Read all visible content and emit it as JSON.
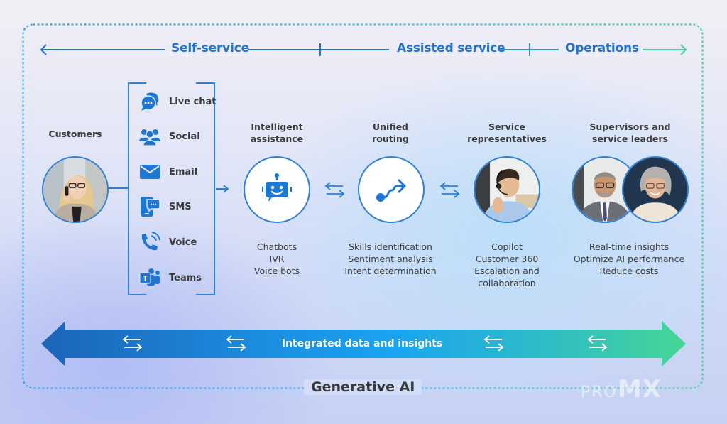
{
  "stages": {
    "self_service": "Self-service",
    "assisted_service": "Assisted service",
    "operations": "Operations"
  },
  "customers": {
    "title": "Customers",
    "photo": "woman-on-phone-photo"
  },
  "channels": [
    {
      "label": "Live chat",
      "icon": "live-chat-icon"
    },
    {
      "label": "Social",
      "icon": "people-group-icon"
    },
    {
      "label": "Email",
      "icon": "envelope-icon"
    },
    {
      "label": "SMS",
      "icon": "phone-message-icon"
    },
    {
      "label": "Voice",
      "icon": "phone-call-icon"
    },
    {
      "label": "Teams",
      "icon": "teams-icon"
    }
  ],
  "nodes": [
    {
      "title_line1": "Intelligent",
      "title_line2": "assistance",
      "icon": "chatbot-icon",
      "items": [
        "Chatbots",
        "IVR",
        "Voice bots"
      ]
    },
    {
      "title_line1": "Unified",
      "title_line2": "routing",
      "icon": "routing-icon",
      "items": [
        "Skills identification",
        "Sentiment analysis",
        "Intent determination"
      ]
    },
    {
      "title_line1": "Service",
      "title_line2": "representatives",
      "icon": "agent-headset-photo",
      "items": [
        "Copilot",
        "Customer 360",
        "Escalation and",
        "collaboration"
      ]
    },
    {
      "title_line1": "Supervisors and",
      "title_line2": "service leaders",
      "icon": "supervisors-photo",
      "items": [
        "Real-time insights",
        "Optimize AI performance",
        "Reduce costs"
      ]
    }
  ],
  "band": {
    "label": "Integrated data and insights"
  },
  "footer": {
    "label": "Generative AI"
  },
  "watermark": {
    "prefix": "PRO",
    "suffix": "MX"
  },
  "colors": {
    "primary_blue": "#2672c6",
    "band_start": "#1f6fc2",
    "band_mid": "#1aa0ee",
    "band_end": "#40d49a",
    "dotted_border_blue": "#2fa8e8",
    "dotted_border_green": "#3bd1a0"
  }
}
